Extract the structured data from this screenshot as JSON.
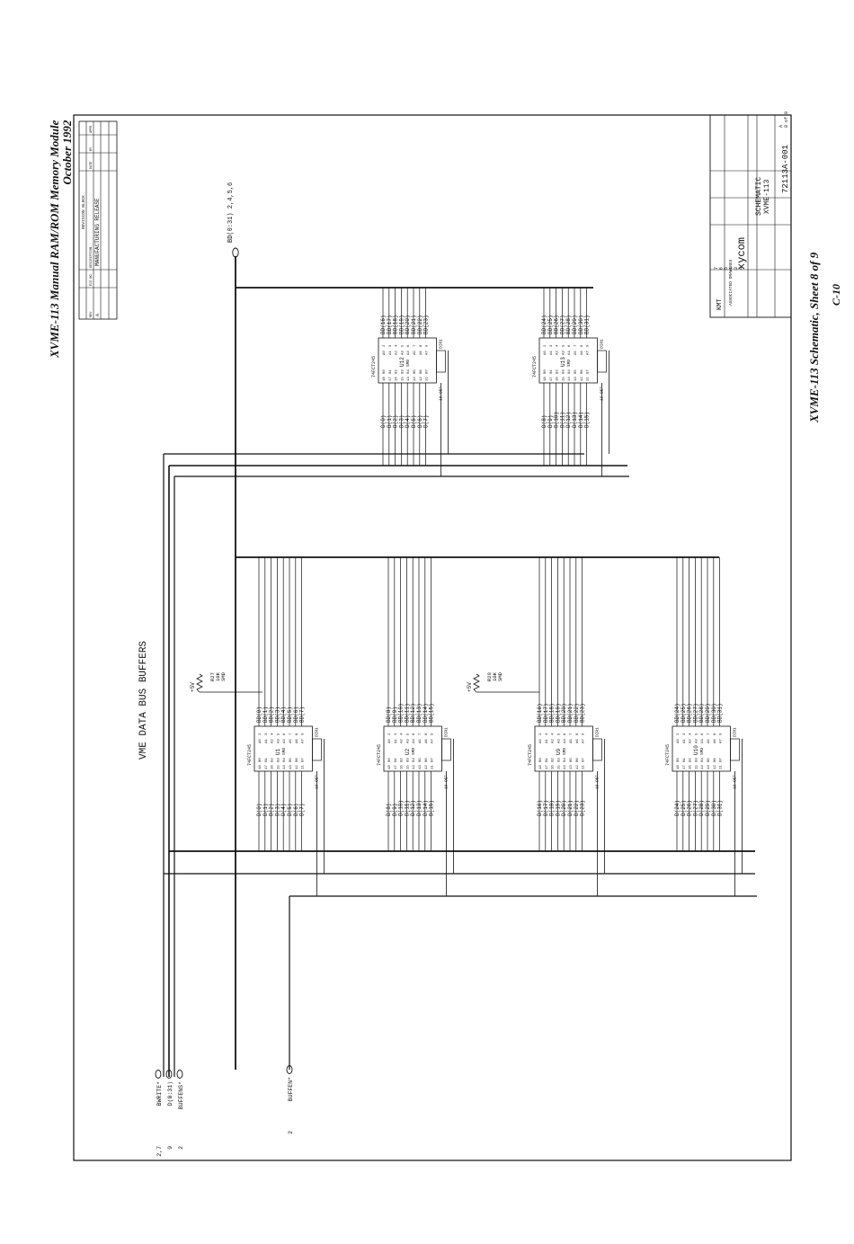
{
  "page_header": {
    "title": "XVME-113 Manual RAM/ROM Memory Module",
    "date": "October 1992"
  },
  "page_footer": {
    "sheet_caption": "XVME-113 Schematic, Sheet 8 of 9",
    "page_number": "C-10"
  },
  "schematic": {
    "title": "VME DATA BUS BUFFERS",
    "bd_bus": {
      "label": "BD(0:31)",
      "refs": "2,4,5,6"
    },
    "left_signals": [
      {
        "name": "BWRITE*",
        "ref": "2,7"
      },
      {
        "name": "D(0:31)",
        "ref": "9"
      },
      {
        "name": "BUFFENS*",
        "ref": "2"
      }
    ],
    "buffen_signal": {
      "name": "BUFFEN*",
      "ref": "2"
    },
    "power_label": "+5V",
    "resistors": [
      {
        "ref": "R27",
        "value": "10K",
        "package": "SMD"
      },
      {
        "ref": "R28",
        "value": "10K",
        "package": "SMD"
      }
    ],
    "chip_part": "74FCT245",
    "chip_pin_pairs": [
      [
        "2",
        "18"
      ],
      [
        "3",
        "17"
      ],
      [
        "4",
        "16"
      ],
      [
        "5",
        "15"
      ],
      [
        "6",
        "14"
      ],
      [
        "7",
        "13"
      ],
      [
        "8",
        "12"
      ],
      [
        "9",
        "11"
      ]
    ],
    "chips": [
      {
        "ref": "U1",
        "pkg": "SMD",
        "d": [
          "D(0)",
          "D(1)",
          "D(2)",
          "D(3)",
          "D(4)",
          "D(5)",
          "D(6)",
          "D(7)"
        ],
        "bd": [
          "BD(0)",
          "BD(1)",
          "BD(2)",
          "BD(3)",
          "BD(4)",
          "BD(5)",
          "BD(6)",
          "BD(7)"
        ]
      },
      {
        "ref": "U2",
        "pkg": "SMD",
        "d": [
          "D(8)",
          "D(9)",
          "D(10)",
          "D(11)",
          "D(12)",
          "D(13)",
          "D(14)",
          "D(15)"
        ],
        "bd": [
          "BD(8)",
          "BD(9)",
          "BD(10)",
          "BD(11)",
          "BD(12)",
          "BD(13)",
          "BD(14)",
          "BD(15)"
        ]
      },
      {
        "ref": "U9",
        "pkg": "SMD",
        "d": [
          "D(16)",
          "D(17)",
          "D(18)",
          "D(19)",
          "D(20)",
          "D(21)",
          "D(22)",
          "D(23)"
        ],
        "bd": [
          "BD(16)",
          "BD(17)",
          "BD(18)",
          "BD(19)",
          "BD(20)",
          "BD(21)",
          "BD(22)",
          "BD(23)"
        ]
      },
      {
        "ref": "U10",
        "pkg": "SMD",
        "d": [
          "D(24)",
          "D(25)",
          "D(26)",
          "D(27)",
          "D(28)",
          "D(29)",
          "D(30)",
          "D(31)"
        ],
        "bd": [
          "BD(24)",
          "BD(25)",
          "BD(26)",
          "BD(27)",
          "BD(28)",
          "BD(29)",
          "BD(30)",
          "BD(31)"
        ]
      },
      {
        "ref": "U12",
        "pkg": "SMD",
        "d": [
          "D(0)",
          "D(1)",
          "D(2)",
          "D(3)",
          "D(4)",
          "D(5)",
          "D(6)",
          "D(7)"
        ],
        "bd": [
          "BD(16)",
          "BD(17)",
          "BD(18)",
          "BD(19)",
          "BD(20)",
          "BD(21)",
          "BD(22)",
          "BD(23)"
        ]
      },
      {
        "ref": "U13",
        "pkg": "SMD",
        "d": [
          "D(8)",
          "D(9)",
          "D(10)",
          "D(11)",
          "D(12)",
          "D(13)",
          "D(14)",
          "D(15)"
        ],
        "bd": [
          "BD(24)",
          "BD(25)",
          "BD(26)",
          "BD(27)",
          "BD(28)",
          "BD(29)",
          "BD(30)",
          "BD(31)"
        ]
      }
    ],
    "chip_side_labels": {
      "a": "A",
      "b": "B",
      "oe": "OE*",
      "dir": "DIR",
      "pin1": "1",
      "pin19": "19"
    },
    "revision_block": {
      "heading": "REVISION BLOCK",
      "columns": [
        "REV",
        "ECO NO.",
        "DESCRIPTION",
        "DATE",
        "BY",
        "APPR"
      ],
      "rows": [
        {
          "rev": "A",
          "desc": "MANUFACTURING RELEASE"
        }
      ]
    },
    "title_block": {
      "company": "xycom",
      "title_line1": "SCHEMATIC",
      "title_line2": "XVME-113",
      "drawing_number": "72113A-001",
      "rev": "A",
      "sheet": "8 of 9",
      "drawn_by": "KMT",
      "associated_drawings": "ASSOCIATED DRAWINGS",
      "rev_grid": [
        "7",
        "6",
        "5",
        "4",
        "3",
        "A"
      ]
    }
  }
}
